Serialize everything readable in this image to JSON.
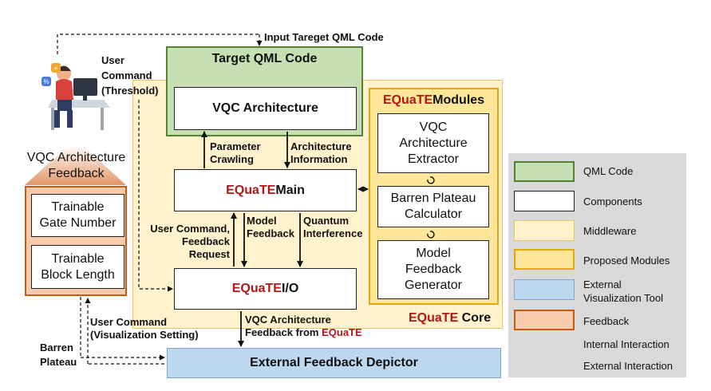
{
  "input_label": "Input Tareget QML Code",
  "user_command_threshold": [
    "User",
    "Command",
    "(Threshold)"
  ],
  "core": {
    "name_red": "EQuaTE",
    "name_rest": " Core"
  },
  "target_qml": {
    "title": "Target QML Code",
    "vqc": "VQC Architecture"
  },
  "modules": {
    "title_red": "EQuaTE",
    "title_rest": " Modules",
    "extractor": [
      "VQC",
      "Architecture",
      "Extractor"
    ],
    "calculator": [
      "Barren Plateau",
      "Calculator"
    ],
    "generator": [
      "Model",
      "Feedback",
      "Generator"
    ]
  },
  "main": {
    "red": "EQuaTE",
    "rest": " Main"
  },
  "io": {
    "red": "EQuaTE",
    "rest": " I/O"
  },
  "edges": {
    "parameter_crawling": [
      "Parameter",
      "Crawling"
    ],
    "architecture_information": [
      "Architecture",
      "Information"
    ],
    "user_command_feedback": [
      "User Command,",
      "Feedback",
      "Request"
    ],
    "model_feedback": [
      "Model",
      "Feedback"
    ],
    "quantum_interference": [
      "Quantum",
      "Interference"
    ],
    "vqc_feedback_line1": "VQC Architecture",
    "vqc_feedback_line2_prefix": "Feedback from ",
    "vqc_feedback_line2_red": "EQuaTE",
    "user_command_vis": [
      "User Command",
      "(Visualization Setting)"
    ],
    "barren_plateau": [
      "Barren",
      "Plateau"
    ]
  },
  "feedback": {
    "title": [
      "VQC Architecture",
      "Feedback"
    ],
    "trainable_gate": [
      "Trainable",
      "Gate Number"
    ],
    "trainable_block": [
      "Trainable",
      "Block Length"
    ]
  },
  "depictor": "External Feedback Depictor",
  "legend": {
    "qml_code": "QML Code",
    "components": "Components",
    "middleware": "Middleware",
    "proposed_modules": "Proposed Modules",
    "external_vis": [
      "External",
      "Visualization Tool"
    ],
    "feedback": "Feedback",
    "internal": "Internal Interaction",
    "external": "External Interaction"
  },
  "colors": {
    "qml_fill": "#c6e0b4",
    "qml_border": "#548235",
    "middleware_fill": "#fff2cc",
    "middleware_border": "#e8c56a",
    "modules_fill": "#ffe699",
    "modules_border": "#e3a712",
    "external_fill": "#bdd7ee",
    "external_border": "#7fa6cf",
    "feedback_fill": "#f8cbad",
    "feedback_border": "#c55a11",
    "legend_bg": "#d9d9d9",
    "accent_red": "#b01818"
  }
}
